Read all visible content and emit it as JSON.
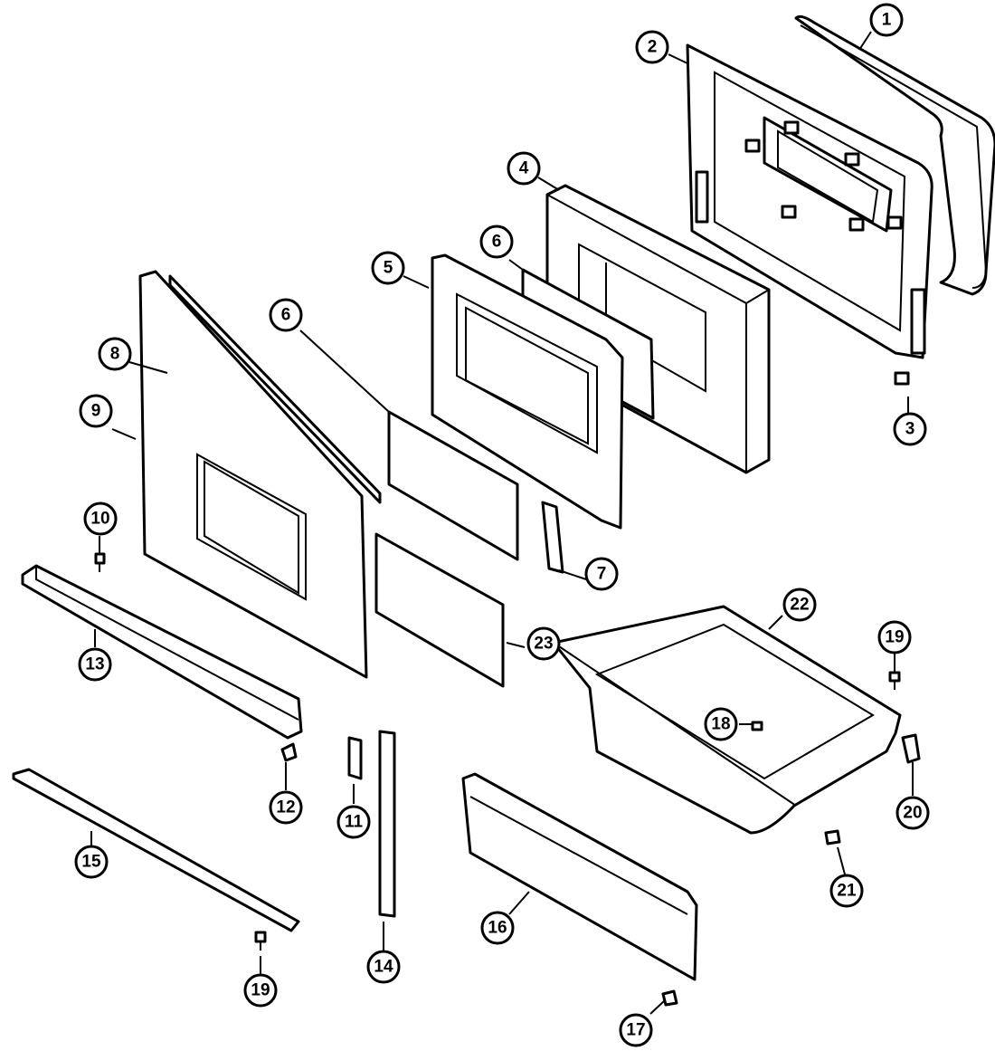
{
  "colors": {
    "line": "#000000",
    "background": "#ffffff"
  },
  "callouts": [
    {
      "id": "c1",
      "label": "1"
    },
    {
      "id": "c2",
      "label": "2"
    },
    {
      "id": "c3",
      "label": "3"
    },
    {
      "id": "c4",
      "label": "4"
    },
    {
      "id": "c5",
      "label": "5"
    },
    {
      "id": "c6a",
      "label": "6"
    },
    {
      "id": "c6b",
      "label": "6"
    },
    {
      "id": "c7",
      "label": "7"
    },
    {
      "id": "c8",
      "label": "8"
    },
    {
      "id": "c9",
      "label": "9"
    },
    {
      "id": "c10",
      "label": "10"
    },
    {
      "id": "c11",
      "label": "11"
    },
    {
      "id": "c12",
      "label": "12"
    },
    {
      "id": "c13",
      "label": "13"
    },
    {
      "id": "c14",
      "label": "14"
    },
    {
      "id": "c15",
      "label": "15"
    },
    {
      "id": "c16",
      "label": "16"
    },
    {
      "id": "c17",
      "label": "17"
    },
    {
      "id": "c18",
      "label": "18"
    },
    {
      "id": "c19a",
      "label": "19"
    },
    {
      "id": "c19b",
      "label": "19"
    },
    {
      "id": "c20",
      "label": "20"
    },
    {
      "id": "c21",
      "label": "21"
    },
    {
      "id": "c22",
      "label": "22"
    },
    {
      "id": "c23",
      "label": "23"
    }
  ]
}
